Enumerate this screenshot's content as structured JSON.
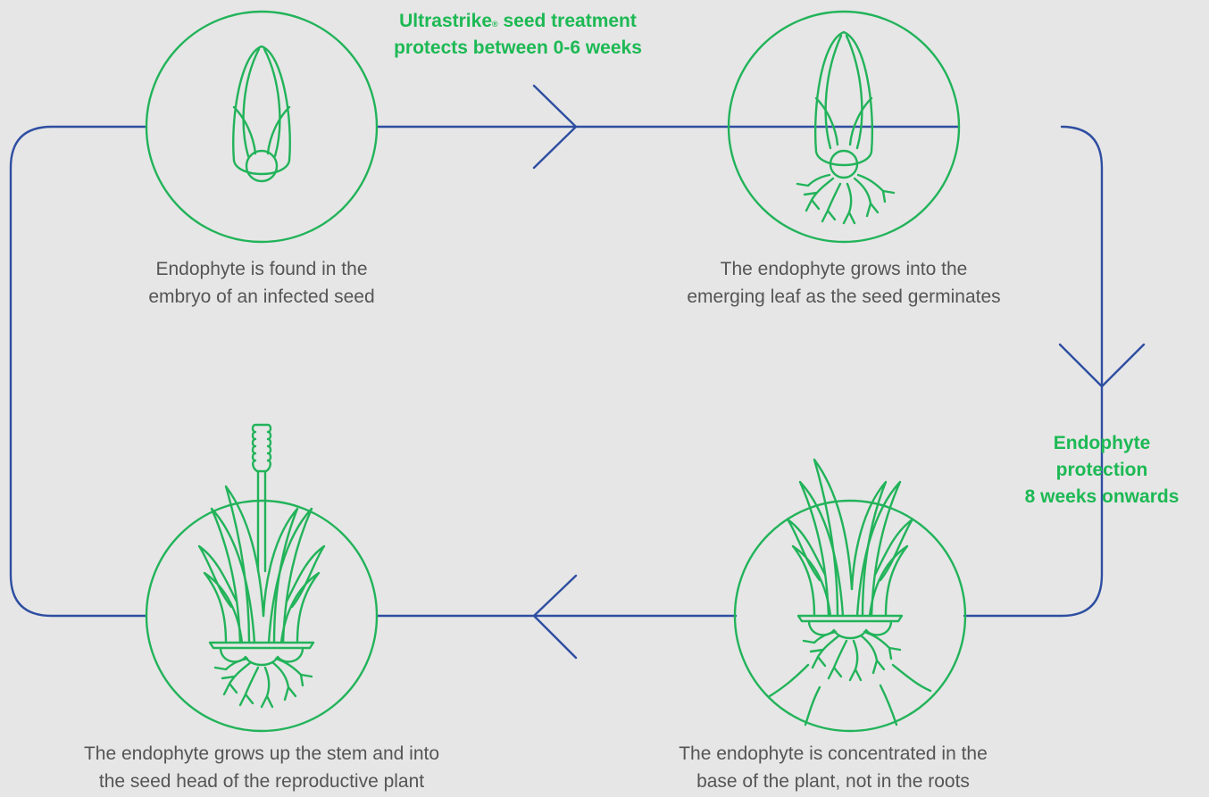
{
  "colors": {
    "background": "#e6e6e6",
    "cycle_line": "#2e4ea1",
    "illustration": "#22b35a",
    "highlight_text": "#1db954",
    "caption_text": "#555555"
  },
  "callouts": {
    "seed_treatment": {
      "brand": "Ultrastrike",
      "brand_mark": "®",
      "line1_rest": " seed treatment",
      "line2": "protects between 0-6 weeks"
    },
    "endophyte_protection": {
      "line1": "Endophyte",
      "line2": "protection",
      "line3": "8 weeks onwards"
    }
  },
  "stages": [
    {
      "icon": "seed-embryo-icon",
      "caption_line1": "Endophyte is found in the",
      "caption_line2": "embryo of an infected seed"
    },
    {
      "icon": "germinating-seed-icon",
      "caption_line1": "The endophyte grows into the",
      "caption_line2": "emerging leaf as the seed germinates"
    },
    {
      "icon": "grass-plant-icon",
      "caption_line1": "The endophyte is concentrated in the",
      "caption_line2": "base of the plant, not in the roots"
    },
    {
      "icon": "reproductive-plant-icon",
      "caption_line1": "The endophyte grows up the stem and into",
      "caption_line2": "the seed head of the reproductive plant"
    }
  ]
}
